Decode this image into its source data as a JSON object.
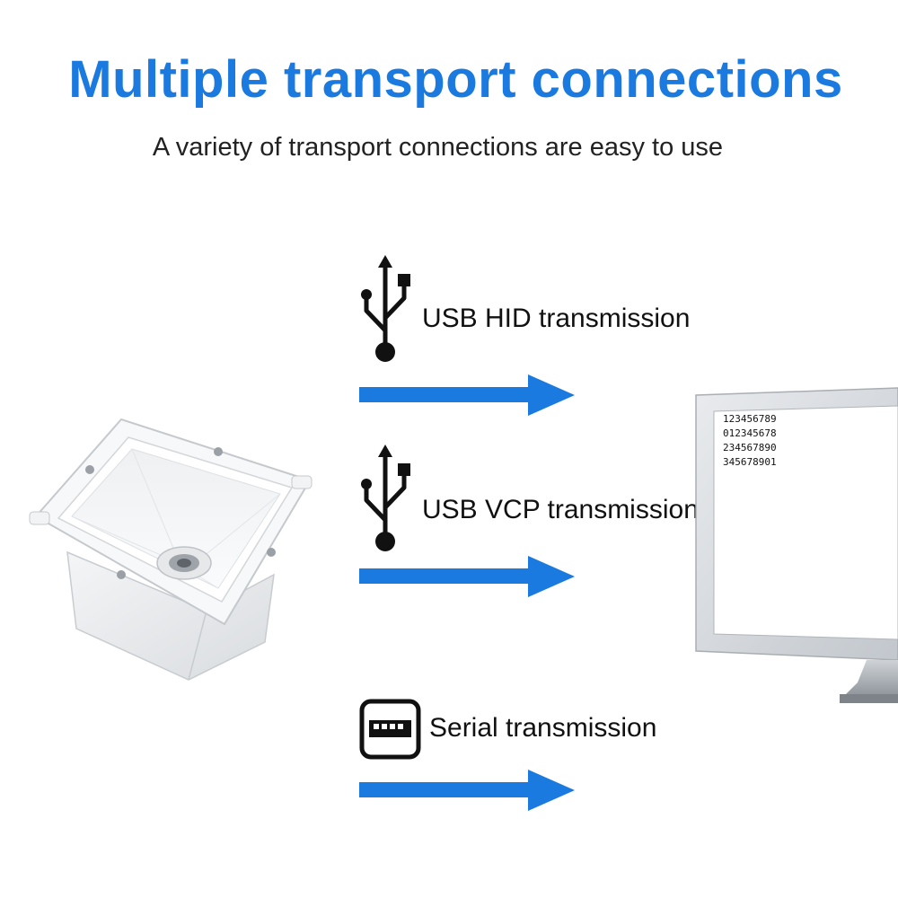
{
  "header": {
    "title": "Multiple transport connections",
    "subtitle": "A variety of transport connections are easy to use"
  },
  "colors": {
    "title": "#1a7ae0",
    "arrow": "#1a7ae0"
  },
  "connections": [
    {
      "label": "USB HID transmission",
      "icon": "usb-icon"
    },
    {
      "label": "USB VCP transmission",
      "icon": "usb-icon"
    },
    {
      "label": "Serial transmission",
      "icon": "serial-port-icon"
    }
  ],
  "screen": {
    "lines": [
      "123456789",
      "012345678",
      "234567890",
      "345678901"
    ]
  }
}
